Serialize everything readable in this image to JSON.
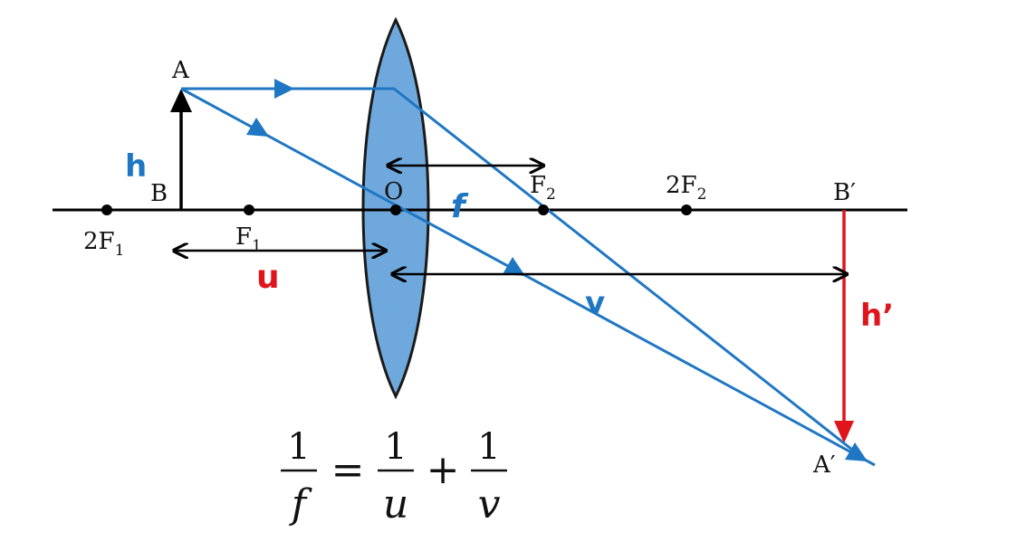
{
  "labels": {
    "A": "A",
    "B": "B",
    "O": "O",
    "F1": "F",
    "F1_sub": "1",
    "F2": "F",
    "F2_sub": "2",
    "twoF1": "2F",
    "twoF1_sub": "1",
    "twoF2": "2F",
    "twoF2_sub": "2",
    "B_prime": "B′",
    "A_prime": "A′"
  },
  "symbols": {
    "h": "h",
    "h_prime": "h’",
    "u": "u",
    "v": "v",
    "f": "f"
  },
  "formula": {
    "num1": "1",
    "den1": "f",
    "equals": "=",
    "num2": "1",
    "den2": "u",
    "plus": "+",
    "num3": "1",
    "den3": "v"
  },
  "colors": {
    "ray": "#1f77c4",
    "lens_fill": "#6fa8dc",
    "lens_stroke": "#1a1a1a",
    "image": "#e0141b",
    "axis": "#000000",
    "label_blue": "#1f77c4",
    "label_red": "#e0141b"
  }
}
